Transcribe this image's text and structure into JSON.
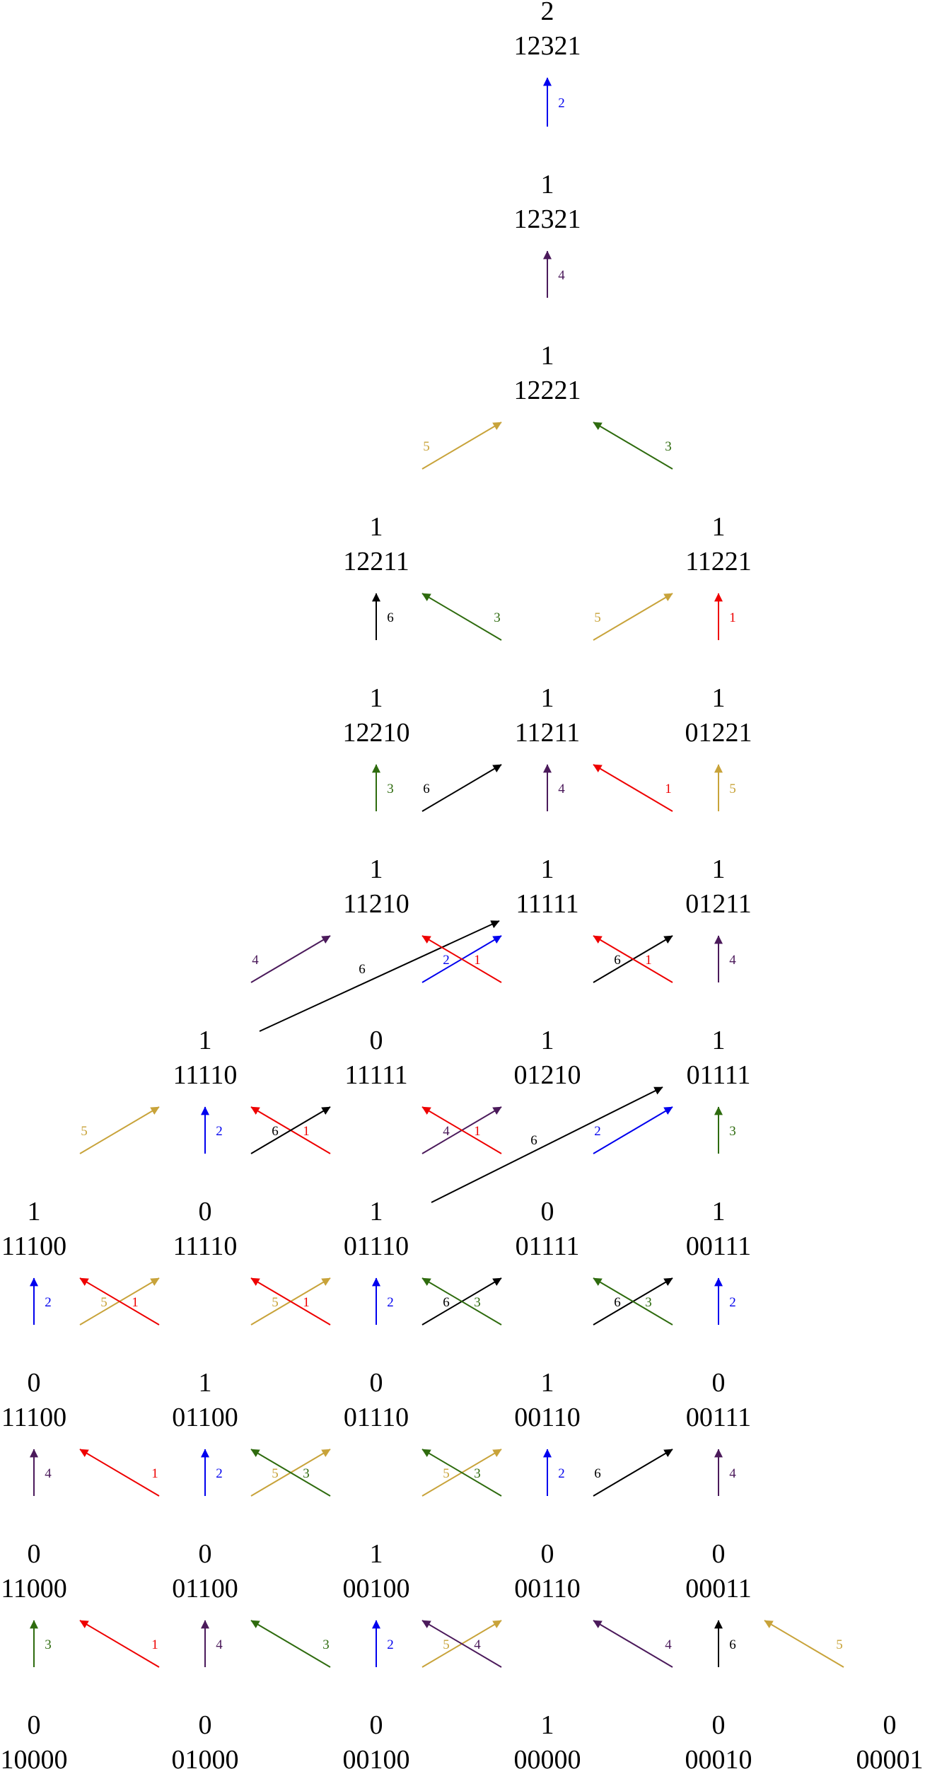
{
  "colors": {
    "1": "#ee0000",
    "2": "#0000ee",
    "3": "#2e6b0e",
    "4": "#4b1a5b",
    "5": "#c8a33a",
    "6": "#000000"
  },
  "nodes": [
    {
      "id": "n0",
      "top": "2",
      "bottom": "12321"
    },
    {
      "id": "n1",
      "top": "1",
      "bottom": "12321"
    },
    {
      "id": "n2",
      "top": "1",
      "bottom": "12221"
    },
    {
      "id": "n3",
      "top": "1",
      "bottom": "12211"
    },
    {
      "id": "n4",
      "top": "1",
      "bottom": "11221"
    },
    {
      "id": "n5",
      "top": "1",
      "bottom": "12210"
    },
    {
      "id": "n6",
      "top": "1",
      "bottom": "11211"
    },
    {
      "id": "n7",
      "top": "1",
      "bottom": "01221"
    },
    {
      "id": "n8",
      "top": "1",
      "bottom": "11210"
    },
    {
      "id": "n9",
      "top": "1",
      "bottom": "11111"
    },
    {
      "id": "n10",
      "top": "1",
      "bottom": "01211"
    },
    {
      "id": "n11",
      "top": "1",
      "bottom": "11110"
    },
    {
      "id": "n12",
      "top": "0",
      "bottom": "11111"
    },
    {
      "id": "n13",
      "top": "1",
      "bottom": "01210"
    },
    {
      "id": "n14",
      "top": "1",
      "bottom": "01111"
    },
    {
      "id": "n15",
      "top": "1",
      "bottom": "11100"
    },
    {
      "id": "n16",
      "top": "0",
      "bottom": "11110"
    },
    {
      "id": "n17",
      "top": "1",
      "bottom": "01110"
    },
    {
      "id": "n18",
      "top": "0",
      "bottom": "01111"
    },
    {
      "id": "n19",
      "top": "1",
      "bottom": "00111"
    },
    {
      "id": "n20",
      "top": "0",
      "bottom": "11100"
    },
    {
      "id": "n21",
      "top": "1",
      "bottom": "01100"
    },
    {
      "id": "n22",
      "top": "0",
      "bottom": "01110"
    },
    {
      "id": "n23",
      "top": "1",
      "bottom": "00110"
    },
    {
      "id": "n24",
      "top": "0",
      "bottom": "00111"
    },
    {
      "id": "n25",
      "top": "0",
      "bottom": "11000"
    },
    {
      "id": "n26",
      "top": "0",
      "bottom": "01100"
    },
    {
      "id": "n27",
      "top": "1",
      "bottom": "00100"
    },
    {
      "id": "n28",
      "top": "0",
      "bottom": "00110"
    },
    {
      "id": "n29",
      "top": "0",
      "bottom": "00011"
    },
    {
      "id": "n30",
      "top": "0",
      "bottom": "10000"
    },
    {
      "id": "n31",
      "top": "0",
      "bottom": "01000"
    },
    {
      "id": "n32",
      "top": "0",
      "bottom": "00100"
    },
    {
      "id": "n33",
      "top": "1",
      "bottom": "00000"
    },
    {
      "id": "n34",
      "top": "0",
      "bottom": "00010"
    },
    {
      "id": "n35",
      "top": "0",
      "bottom": "00001"
    }
  ],
  "edges": [
    {
      "from": "n1",
      "to": "n0",
      "label": "2"
    },
    {
      "from": "n2",
      "to": "n1",
      "label": "4"
    },
    {
      "from": "n3",
      "to": "n2",
      "label": "5"
    },
    {
      "from": "n4",
      "to": "n2",
      "label": "3"
    },
    {
      "from": "n5",
      "to": "n3",
      "label": "6"
    },
    {
      "from": "n6",
      "to": "n3",
      "label": "3"
    },
    {
      "from": "n6",
      "to": "n4",
      "label": "5"
    },
    {
      "from": "n7",
      "to": "n4",
      "label": "1"
    },
    {
      "from": "n8",
      "to": "n5",
      "label": "3"
    },
    {
      "from": "n8",
      "to": "n6",
      "label": "6"
    },
    {
      "from": "n9",
      "to": "n6",
      "label": "4"
    },
    {
      "from": "n10",
      "to": "n6",
      "label": "1"
    },
    {
      "from": "n10",
      "to": "n7",
      "label": "5"
    },
    {
      "from": "n11",
      "to": "n8",
      "label": "4"
    },
    {
      "from": "n11",
      "to": "n9",
      "label": "6"
    },
    {
      "from": "n12",
      "to": "n9",
      "label": "2"
    },
    {
      "from": "n13",
      "to": "n8",
      "label": "1"
    },
    {
      "from": "n13",
      "to": "n10",
      "label": "6"
    },
    {
      "from": "n14",
      "to": "n9",
      "label": "1"
    },
    {
      "from": "n14",
      "to": "n10",
      "label": "4"
    },
    {
      "from": "n15",
      "to": "n11",
      "label": "5"
    },
    {
      "from": "n16",
      "to": "n11",
      "label": "2"
    },
    {
      "from": "n17",
      "to": "n11",
      "label": "1"
    },
    {
      "from": "n16",
      "to": "n12",
      "label": "6"
    },
    {
      "from": "n17",
      "to": "n13",
      "label": "4"
    },
    {
      "from": "n17",
      "to": "n14",
      "label": "6"
    },
    {
      "from": "n18",
      "to": "n12",
      "label": "1"
    },
    {
      "from": "n18",
      "to": "n14",
      "label": "2"
    },
    {
      "from": "n19",
      "to": "n14",
      "label": "3"
    },
    {
      "from": "n20",
      "to": "n15",
      "label": "2"
    },
    {
      "from": "n20",
      "to": "n16",
      "label": "5"
    },
    {
      "from": "n21",
      "to": "n15",
      "label": "1"
    },
    {
      "from": "n21",
      "to": "n17",
      "label": "5"
    },
    {
      "from": "n22",
      "to": "n16",
      "label": "1"
    },
    {
      "from": "n22",
      "to": "n17",
      "label": "2"
    },
    {
      "from": "n22",
      "to": "n18",
      "label": "6"
    },
    {
      "from": "n23",
      "to": "n17",
      "label": "3"
    },
    {
      "from": "n23",
      "to": "n19",
      "label": "6"
    },
    {
      "from": "n24",
      "to": "n18",
      "label": "3"
    },
    {
      "from": "n24",
      "to": "n19",
      "label": "2"
    },
    {
      "from": "n25",
      "to": "n20",
      "label": "4"
    },
    {
      "from": "n26",
      "to": "n20",
      "label": "1"
    },
    {
      "from": "n26",
      "to": "n21",
      "label": "2"
    },
    {
      "from": "n26",
      "to": "n22",
      "label": "5"
    },
    {
      "from": "n27",
      "to": "n21",
      "label": "3"
    },
    {
      "from": "n27",
      "to": "n23",
      "label": "5"
    },
    {
      "from": "n28",
      "to": "n22",
      "label": "3"
    },
    {
      "from": "n28",
      "to": "n23",
      "label": "2"
    },
    {
      "from": "n28",
      "to": "n24",
      "label": "6"
    },
    {
      "from": "n29",
      "to": "n24",
      "label": "4"
    },
    {
      "from": "n30",
      "to": "n25",
      "label": "3"
    },
    {
      "from": "n31",
      "to": "n25",
      "label": "1"
    },
    {
      "from": "n31",
      "to": "n26",
      "label": "4"
    },
    {
      "from": "n32",
      "to": "n26",
      "label": "3"
    },
    {
      "from": "n32",
      "to": "n27",
      "label": "2"
    },
    {
      "from": "n32",
      "to": "n28",
      "label": "5"
    },
    {
      "from": "n33",
      "to": "n27",
      "label": "4"
    },
    {
      "from": "n34",
      "to": "n28",
      "label": "4"
    },
    {
      "from": "n34",
      "to": "n29",
      "label": "6"
    },
    {
      "from": "n35",
      "to": "n29",
      "label": "5"
    }
  ]
}
